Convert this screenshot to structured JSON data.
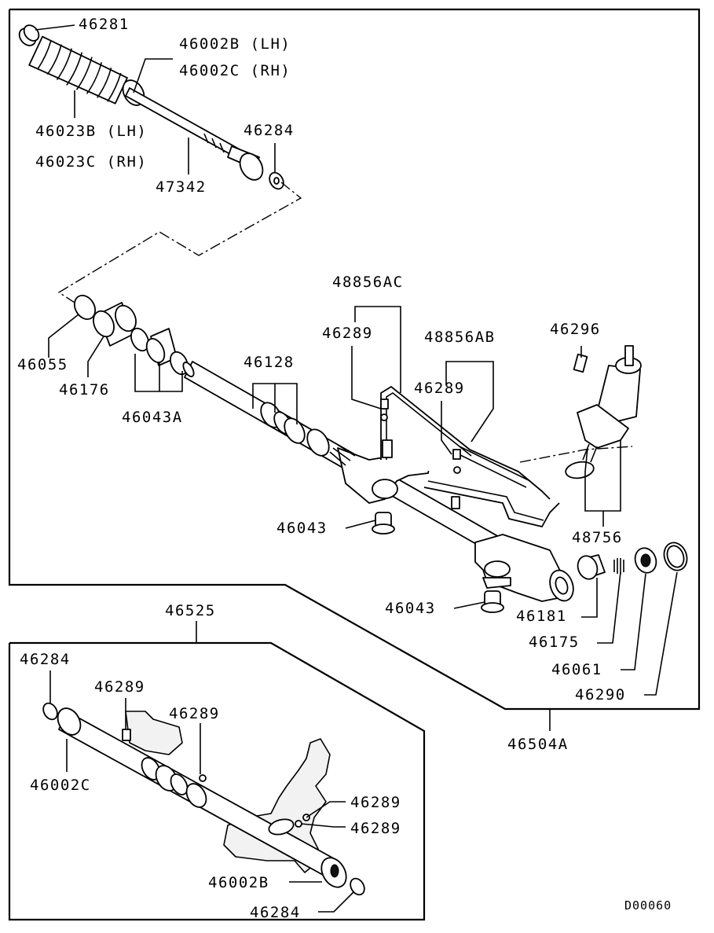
{
  "diagram_id": "D00060",
  "callouts": {
    "c46281": "46281",
    "c46002B_LH": "46002B (LH)",
    "c46002C_RH": "46002C (RH)",
    "c46023B_LH": "46023B (LH)",
    "c46023C_RH": "46023C (RH)",
    "c47342": "47342",
    "c46284_top": "46284",
    "c48856AC": "48856AC",
    "c46289_a": "46289",
    "c48856AB": "48856AB",
    "c46289_b": "46289",
    "c46296": "46296",
    "c46055": "46055",
    "c46176": "46176",
    "c46043A": "46043A",
    "c46128": "46128",
    "c46043_a": "46043",
    "c48756": "48756",
    "c46043_b": "46043",
    "c46181": "46181",
    "c46175": "46175",
    "c46061": "46061",
    "c46290": "46290",
    "c46504A": "46504A",
    "c46525": "46525",
    "k46284_a": "46284",
    "k46289_a": "46289",
    "k46289_b": "46289",
    "k46002C": "46002C",
    "k46289_c": "46289",
    "k46289_d": "46289",
    "k46002B": "46002B",
    "k46284_b": "46284"
  }
}
